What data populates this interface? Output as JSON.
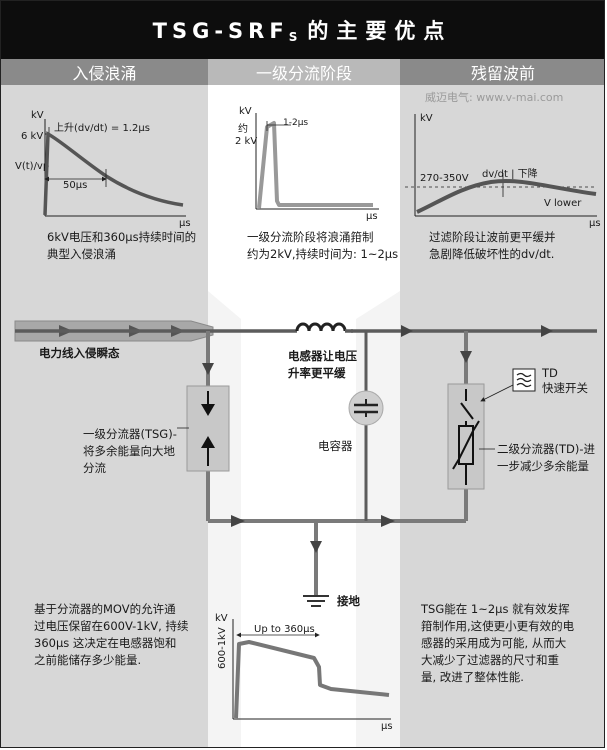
{
  "title": {
    "main": "TSG-SRF",
    "sub": "S",
    "suffix": "的主要优点"
  },
  "headers": {
    "left": "入侵浪涌",
    "mid": "一级分流阶段",
    "right": "残留波前"
  },
  "watermark": "威迈电气: www.v-mai.com",
  "chart1": {
    "y_unit": "kV",
    "x_unit": "μs",
    "peak_label": "6 kV",
    "y_label": "V(t)/vp",
    "rise_label": "上升(dv/dt) = 1.2μs",
    "width_label": "50μs"
  },
  "chart2": {
    "y_unit": "kV",
    "x_unit": "μs",
    "peak_label_1": "约",
    "peak_label_2": "2 kV",
    "width_label": "1-2μs"
  },
  "chart3": {
    "y_unit": "kV",
    "x_unit": "μs",
    "range_label": "270-350V",
    "dvdt_label": "dv/dt | 下降",
    "lower_label": "V lower"
  },
  "chart4": {
    "y_unit": "kV",
    "x_unit": "μs",
    "y_label": "600-1kV",
    "width_label": "Up to 360μs"
  },
  "captions": {
    "left": [
      "6kV电压和360μs持续时间的",
      "典型入侵浪涌"
    ],
    "mid": [
      "一级分流阶段将浪涌箝制",
      "约为2kV,持续时间为: 1~2μs"
    ],
    "right": [
      "过滤阶段让波前更平缓并",
      "急剧降低破坏性的dv/dt."
    ]
  },
  "circuit": {
    "power_line_label": "电力线入侵瞬态",
    "inductor_label": [
      "电感器让电压",
      "升率更平缓"
    ],
    "capacitor_label": "电容器",
    "tsg_label": [
      "一级分流器(TSG)-",
      "将多余能量向大地",
      "分流"
    ],
    "td_title": "TD",
    "td_sub": "快速开关",
    "td_desc": [
      "二级分流器(TD)-进",
      "一步减少多余能量"
    ],
    "ground_label": "接地"
  },
  "notes": {
    "left": [
      "基于分流器的MOV的允许通",
      "过电压保留在600V-1kV, 持续",
      "360μs  这决定在电感器饱和",
      "之前能储存多少能量."
    ],
    "right": [
      "TSG能在 1~2μs 就有效发挥",
      "箝制作用,这使更小更有效的电",
      "感器的采用成为可能, 从而大",
      "大减少了过滤器的尺寸和重",
      "量, 改进了整体性能."
    ]
  }
}
